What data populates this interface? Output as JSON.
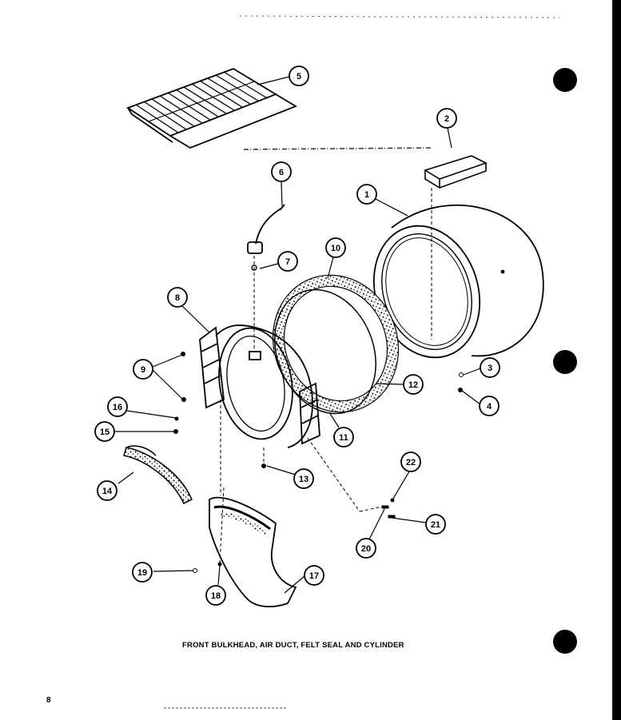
{
  "caption": "FRONT BULKHEAD, AIR DUCT, FELT SEAL AND CYLINDER",
  "page_number": "8",
  "callouts": [
    "1",
    "2",
    "3",
    "4",
    "5",
    "6",
    "7",
    "8",
    "9",
    "10",
    "11",
    "12",
    "13",
    "14",
    "15",
    "16",
    "17",
    "18",
    "19",
    "20",
    "21",
    "22"
  ]
}
